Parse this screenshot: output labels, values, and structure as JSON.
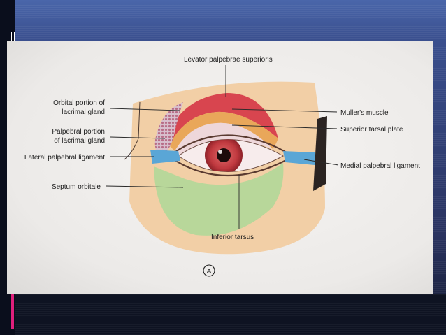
{
  "diagram": {
    "labels": {
      "levator": "Levator palpebrae superioris",
      "orbital_line1": "Orbital portion of",
      "orbital_line2": "lacrimal gland",
      "palpebral_line1": "Palpebral portion",
      "palpebral_line2": "of lacrimal gland",
      "lateral_ligament": "Lateral palpebral ligament",
      "septum": "Septum orbitale",
      "muller": "Muller's muscle",
      "superior_tarsal": "Superior tarsal plate",
      "medial_ligament": "Medial palpebral ligament",
      "inferior_tarsus": "Inferior tarsus",
      "figure_marker": "A"
    }
  },
  "colors": {
    "skin": "#f2cfa6",
    "septum_green": "#b8d79a",
    "levator_red": "#d8454f",
    "muller_orange": "#e9a75a",
    "tarsal_pink": "#eed7da",
    "ligament_blue": "#5aa6d6",
    "iris": "#c0393f",
    "pupil": "#1c0b0b",
    "gland_dots": "#b86e88"
  }
}
